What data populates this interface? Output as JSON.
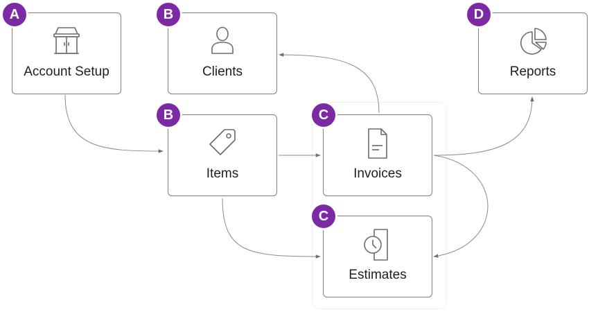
{
  "colors": {
    "badge": "#7b2aa3",
    "stroke": "#6b6b6b",
    "connector": "#8a8a8a"
  },
  "nodes": {
    "account_setup": {
      "label": "Account Setup",
      "badge": "A",
      "icon": "storefront-icon"
    },
    "clients": {
      "label": "Clients",
      "badge": "B",
      "icon": "user-icon"
    },
    "items": {
      "label": "Items",
      "badge": "B",
      "icon": "tag-icon"
    },
    "invoices": {
      "label": "Invoices",
      "badge": "C",
      "icon": "document-icon"
    },
    "estimates": {
      "label": "Estimates",
      "badge": "C",
      "icon": "clock-document-icon"
    },
    "reports": {
      "label": "Reports",
      "badge": "D",
      "icon": "pie-chart-icon"
    }
  }
}
